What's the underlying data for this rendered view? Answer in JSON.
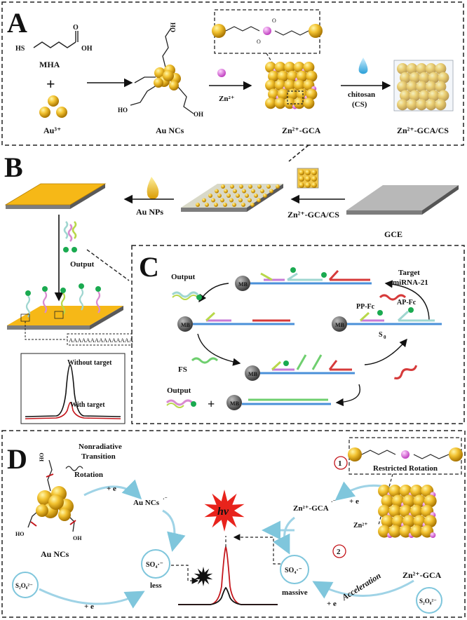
{
  "panelA": {
    "letter": "A",
    "mha": "MHA",
    "hs": "HS",
    "oh": "OH",
    "plus": "+",
    "au3": "Au³⁺",
    "aunc": "Au NCs",
    "zn": "Zn²⁺",
    "chitosan": "chitosan",
    "cs": "(CS)",
    "gca": "Zn²⁺-GCA",
    "gcacs": "Zn²⁺-GCA/CS",
    "o": "O",
    "ho": "HO"
  },
  "panelB": {
    "letter": "B",
    "aunps": "Au NPs",
    "gcacs": "Zn²⁺-GCA/CS",
    "gce": "GCE",
    "output": "Output",
    "polyA": "AAAAAAAAAAAAAAA",
    "without": "Without target",
    "with": "With target"
  },
  "panelC": {
    "letter": "C",
    "output": "Output",
    "target1": "Target",
    "target2": "miRNA-21",
    "mb": "MB",
    "ppfc": "PP-Fc",
    "apfc": "AP-Fc",
    "s0": "S",
    "s0sub": "0",
    "fs": "FS",
    "plus": "+"
  },
  "panelD": {
    "letter": "D",
    "nonrad1": "Nonradiative",
    "nonrad2": "Transition",
    "rotation": "Rotation",
    "pluse": "+ e",
    "auncs_rad": "Au NCs",
    "aunc_label": "Au NCs",
    "s2o8": "S₂O₈²⁻",
    "so4": "SO₄·⁻",
    "less": "less",
    "massive": "massive",
    "hv": "hν",
    "gca_rad": "Zn²⁺-GCA",
    "gca_label": "Zn²⁺-GCA",
    "zn": "Zn²⁺",
    "restricted": "Restricted  Rotation",
    "one": "1",
    "two": "2",
    "accel": "Acceleration",
    "radsup": "·⁻"
  }
}
